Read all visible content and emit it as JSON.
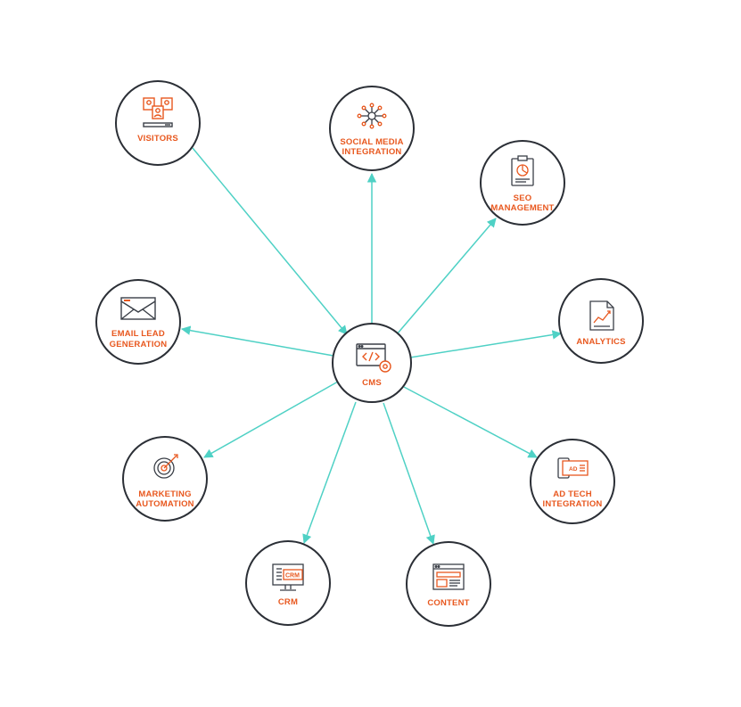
{
  "diagram": {
    "center": {
      "id": "cms",
      "label": "CMS",
      "icon": "code-window-gear-icon"
    },
    "nodes": [
      {
        "id": "visitors",
        "label_lines": [
          "VISITORS"
        ],
        "icon": "visitors-icon",
        "arrow": "to-center"
      },
      {
        "id": "social",
        "label_lines": [
          "SOCIAL MEDIA",
          "INTEGRATION"
        ],
        "icon": "network-hub-icon",
        "arrow": "from-center"
      },
      {
        "id": "seo",
        "label_lines": [
          "SEO",
          "MANAGEMENT"
        ],
        "icon": "clipboard-pie-chart-icon",
        "arrow": "from-center"
      },
      {
        "id": "analytics",
        "label_lines": [
          "ANALYTICS"
        ],
        "icon": "line-chart-document-icon",
        "arrow": "from-center"
      },
      {
        "id": "adtech",
        "label_lines": [
          "AD TECH",
          "INTEGRATION"
        ],
        "icon": "ad-monitor-icon",
        "arrow": "from-center"
      },
      {
        "id": "content",
        "label_lines": [
          "CONTENT"
        ],
        "icon": "browser-layout-icon",
        "arrow": "from-center"
      },
      {
        "id": "crm",
        "label_lines": [
          "CRM"
        ],
        "icon": "crm-monitor-icon",
        "arrow": "from-center"
      },
      {
        "id": "marketing",
        "label_lines": [
          "MARKETING",
          "AUTOMATION"
        ],
        "icon": "target-arrow-icon",
        "arrow": "from-center"
      },
      {
        "id": "email",
        "label_lines": [
          "EMAIL LEAD",
          "GENERATION"
        ],
        "icon": "envelope-icon",
        "arrow": "from-center"
      }
    ],
    "icon_text": {
      "crm": "CRM",
      "ad": "AD"
    },
    "colors": {
      "connector": "#4fd1c5",
      "circle_stroke": "#2b2f36",
      "label": "#e8581f",
      "icon_dark": "#3a3f47",
      "icon_accent": "#e8581f"
    }
  }
}
